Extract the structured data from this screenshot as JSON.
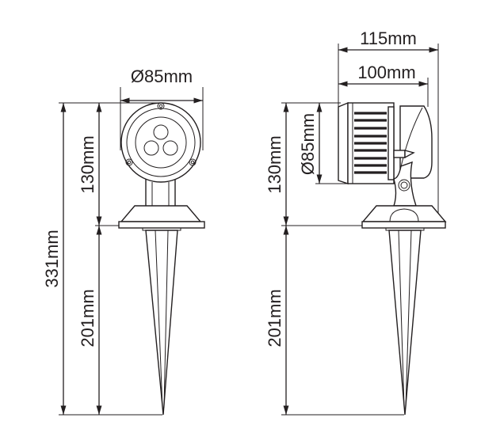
{
  "front_view": {
    "diameter_label": "Ø85mm",
    "total_height_label": "331mm",
    "head_height_label": "130mm",
    "spike_length_label": "201mm"
  },
  "side_view": {
    "total_depth_label": "115mm",
    "head_depth_label": "100mm",
    "diameter_label": "Ø85mm",
    "head_height_label": "130mm",
    "spike_length_label": "201mm"
  },
  "colors": {
    "line": "#231f20",
    "background": "#ffffff"
  }
}
